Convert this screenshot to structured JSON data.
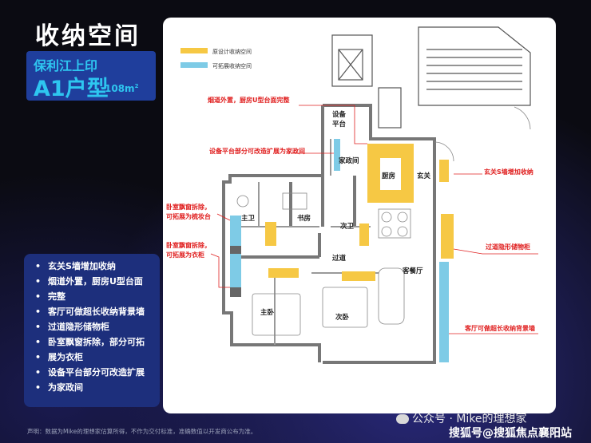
{
  "header": {
    "title": "收纳空间"
  },
  "badge": {
    "project": "保利江上印",
    "unit_type": "A1户型",
    "area_value": "108m",
    "area_sup": "2"
  },
  "legend": {
    "original": "原设计收纳空间",
    "expandable": "可拓展收纳空间"
  },
  "callouts": {
    "flue": "烟道外置，厨房U型台面完整",
    "platform": "设备平台部分可改造扩展为家政间",
    "bay1": [
      "卧室飘窗拆除，",
      "可拓展为梳妆台"
    ],
    "bay2": [
      "卧室飘窗拆除，",
      "可拓展为衣柜"
    ],
    "entry": "玄关S墙增加收纳",
    "corridor_cabinet": "过道隐形储物柜",
    "living_wall": "客厅可做超长收纳背景墙"
  },
  "rooms": {
    "platform_l1": "设备",
    "platform_l2": "平台",
    "laundry": "家政间",
    "kitchen": "厨房",
    "foyer": "玄关",
    "master_bath": "主卫",
    "study": "书房",
    "second_bath": "次卫",
    "corridor": "过道",
    "living_dining": "客餐厅",
    "master_bed": "主卧",
    "second_bed": "次卧"
  },
  "bullets": [
    "玄关S墙增加收纳",
    "烟道外置，厨房U型台面",
    "完整",
    "客厅可做超长收纳背景墙",
    "过道隐形储物柜",
    "卧室飘窗拆除，部分可拓",
    "展为衣柜",
    "设备平台部分可改造扩展",
    "为家政间"
  ],
  "footer": {
    "note": "声明：数据为Mike的理想家估算所得，不作为交付标准，准确数值以开发商公布为准。",
    "watermark_wechat": "公众号 · Mike的理想家",
    "watermark_sohu": "搜狐号@搜狐焦点襄阳站"
  },
  "colors": {
    "yellow": "#f6c844",
    "blue": "#7ecbe6",
    "callout": "#e02020",
    "badge": "#1f3e9c",
    "bullet_box": "#1d2f7c"
  },
  "icons": {
    "wechat": "wechat-icon"
  }
}
